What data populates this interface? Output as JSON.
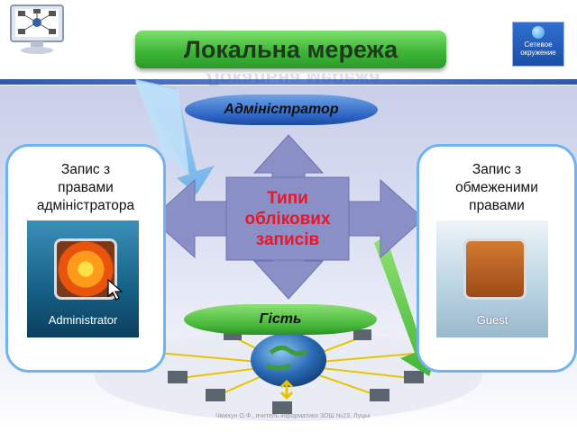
{
  "title": "Локальна мережа",
  "side_badge": "Сетевое окружение",
  "center": {
    "lines": [
      "Типи",
      "облікових",
      "записів"
    ]
  },
  "top_pill": "Адміністратор",
  "bottom_pill": "Гість",
  "left_card": {
    "lines": [
      "Запис з",
      "правами",
      "адміністратора"
    ],
    "tile_caption": "Administrator"
  },
  "right_card": {
    "lines": [
      "Запис з",
      "обмеженими",
      "правами"
    ],
    "tile_caption": "Guest"
  },
  "footer": "Чмихун О.Ф., вчитель інформатики ЗОШ №23, Луцьк",
  "colors": {
    "accent_green": "#3fb638",
    "accent_blue": "#2d65c5",
    "center_text": "#e8162a",
    "arrow": "#8a8fc6"
  }
}
